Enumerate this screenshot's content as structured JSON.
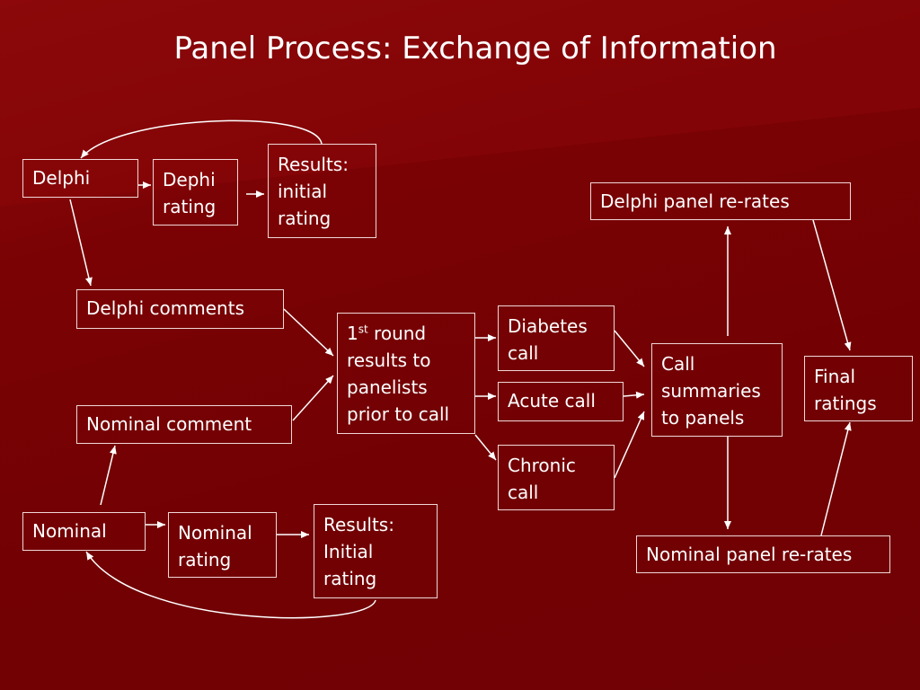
{
  "title": "Panel Process: Exchange of Information",
  "colors": {
    "background": "#7a0204",
    "box_border": "#f2d6d6",
    "arrow": "#ffffff",
    "text": "#ffffff"
  },
  "boxes": {
    "delphi": "Delphi",
    "dephi_rating": "Dephi\nrating",
    "delphi_results": "Results:\ninitial\nrating",
    "delphi_comments": "Delphi comments",
    "nominal_comment": "Nominal comment",
    "first_round_prefix": "1",
    "first_round_sup": "st",
    "first_round_rest": " round\nresults to\npanelists\nprior to call",
    "diabetes_call": "Diabetes\ncall",
    "acute_call": "Acute call",
    "chronic_call": "Chronic\ncall",
    "call_summaries": "Call\nsummaries\nto panels",
    "delphi_rerates": "Delphi panel re-rates",
    "nominal_rerates": "Nominal panel re-rates",
    "final_ratings": "Final\nratings",
    "nominal": "Nominal",
    "nominal_rating": "Nominal\nrating",
    "nominal_results": "Results:\nInitial\nrating"
  }
}
